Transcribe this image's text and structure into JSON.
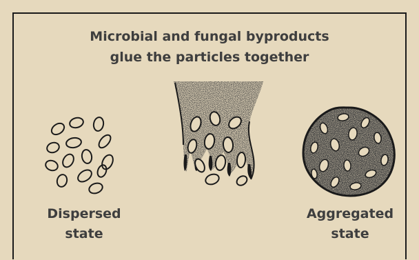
{
  "caption": {
    "line1": "Microbial and fungal byproducts",
    "line2": "glue the particles together"
  },
  "labels": {
    "left_line1": "Dispersed",
    "left_line2": "state",
    "right_line1": "Aggregated",
    "right_line2": "state"
  },
  "colors": {
    "background": "#e6d9bd",
    "ink": "#1a1a1a",
    "text": "#3e3e3e"
  }
}
